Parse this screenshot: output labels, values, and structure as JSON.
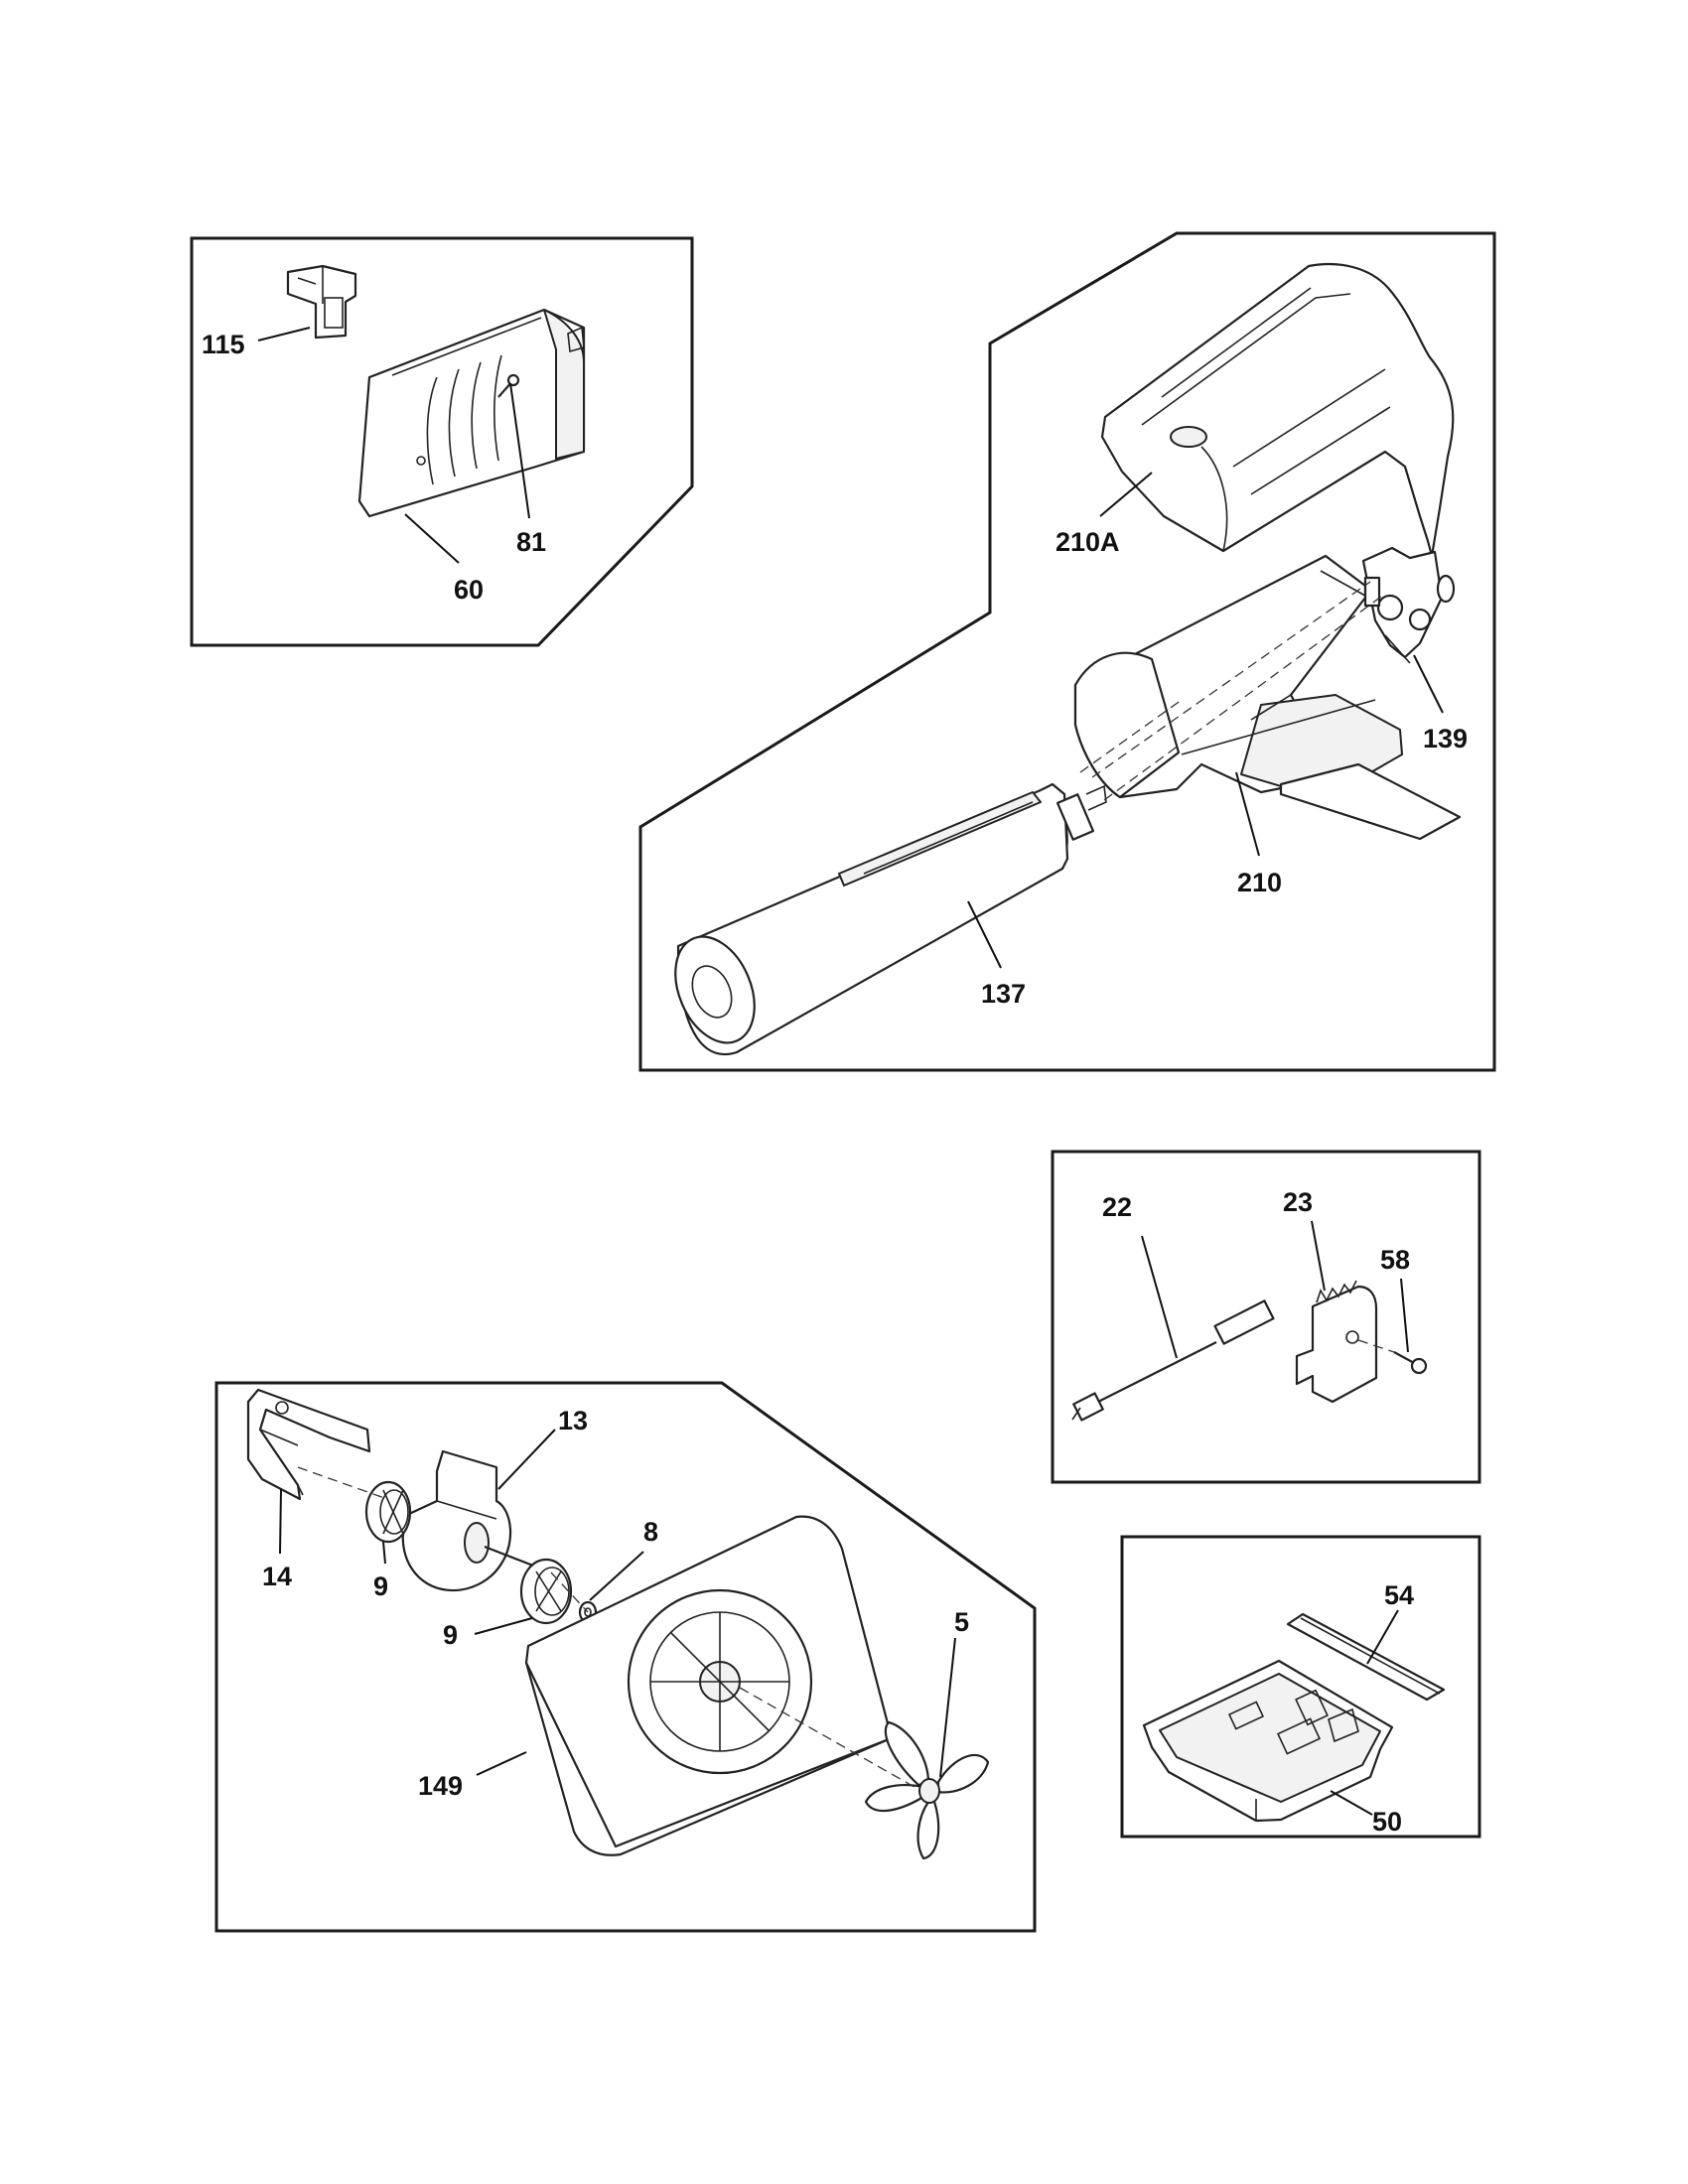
{
  "callouts": {
    "c115": "115",
    "c81": "81",
    "c60": "60",
    "c210A": "210A",
    "c139": "139",
    "c210": "210",
    "c137": "137",
    "c22": "22",
    "c23": "23",
    "c58": "58",
    "c13": "13",
    "c8": "8",
    "c5": "5",
    "c14": "14",
    "c9a": "9",
    "c9b": "9",
    "c149": "149",
    "c54": "54",
    "c50": "50"
  }
}
